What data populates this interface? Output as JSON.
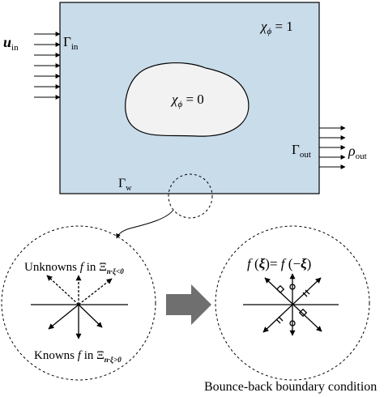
{
  "domain_box": {
    "fill": "#c9dcea",
    "stroke": "#000000",
    "chi_outside": {
      "symbol": "χ",
      "sub": "ϕ",
      "rest": " = 1"
    },
    "chi_inside": {
      "symbol": "χ",
      "sub": "ϕ",
      "rest": " = 0"
    },
    "obstacle_fill": "#f2f2f2"
  },
  "inlet": {
    "u": "u",
    "u_sub": "in",
    "gamma": "Γ",
    "gamma_sub": "in",
    "arrow_count": 7
  },
  "outlet": {
    "gamma": "Γ",
    "gamma_sub": "out",
    "rho": "ρ",
    "rho_sub": "out",
    "arrow_count": 5
  },
  "wall": {
    "gamma": "Γ",
    "gamma_sub": "w"
  },
  "left_circle": {
    "top_label": {
      "word": "Unknowns ",
      "f": "f",
      "in": " in ",
      "xi": "Ξ",
      "sub": "n·ξ<0"
    },
    "bottom_label": {
      "word": "Knowns ",
      "f": "f",
      "in": " in ",
      "xi": "Ξ",
      "sub": "n·ξ>0"
    }
  },
  "right_circle": {
    "equation": {
      "f1": "f",
      "p1": " (",
      "xi1": "ξ",
      "p2": ")= ",
      "f2": "f",
      "p3": " (−",
      "xi2": "ξ",
      "p4": ")"
    }
  },
  "transition_arrow": {
    "fill": "#6f6f6f",
    "icon": "right-block-arrow"
  },
  "caption": "Bounce-back boundary condition"
}
